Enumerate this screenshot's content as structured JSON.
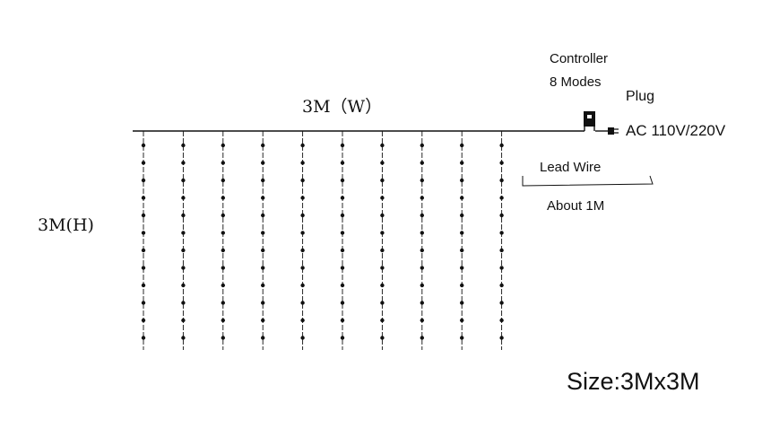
{
  "labels": {
    "width": "3M（W）",
    "height": "3M(H)",
    "controller": "Controller",
    "modes": "8 Modes",
    "plug": "Plug",
    "voltage": "AC 110V/220V",
    "lead_wire": "Lead Wire",
    "lead_length": "About 1M",
    "size": "Size:3Mx3M"
  },
  "curtain": {
    "strand_count": 10,
    "bulbs_per_strand": 12
  },
  "colors": {
    "line": "#111111",
    "background": "#ffffff"
  }
}
